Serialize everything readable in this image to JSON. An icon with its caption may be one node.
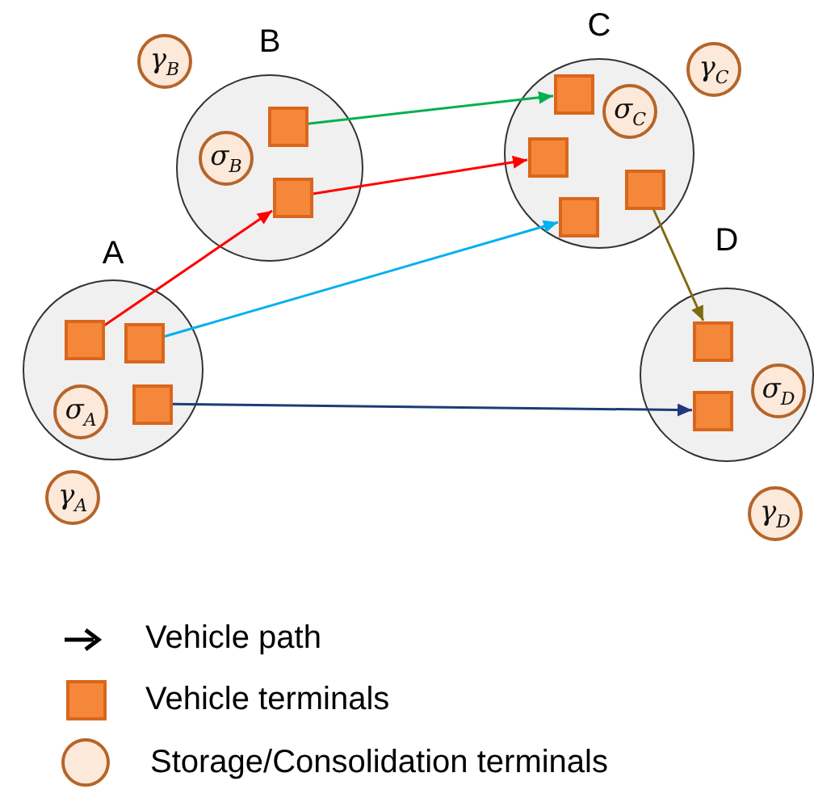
{
  "diagram": {
    "nodes": [
      {
        "text": [
          "A"
        ]
      },
      {
        "text": [],
        "shape": "box",
        "in": 0
      },
      {
        "text": [],
        "shape": "box",
        "in": 0
      },
      {
        "text": [
          "σ$_{A}$"
        ],
        "in": 0
      },
      {
        "text": [],
        "shape": "box",
        "in": 0
      },
      {
        "text": [
          "γ$_{A}$"
        ]
      },
      {
        "text": [
          "γ$_{B}$"
        ]
      },
      {
        "text": [
          "B"
        ]
      },
      {
        "text": [
          "σ$_{B}$"
        ],
        "in": 7
      },
      {
        "text": [],
        "shape": "box",
        "in": 7
      },
      {
        "text": [],
        "shape": "box",
        "in": 7
      },
      {
        "text": [
          "C"
        ]
      },
      {
        "text": [],
        "shape": "box",
        "in": 11
      },
      {
        "text": [
          "σ$_{C}$"
        ],
        "in": 11
      },
      {
        "text": [],
        "shape": "box",
        "in": 11
      },
      {
        "text": [],
        "shape": "box",
        "in": 11
      },
      {
        "text": [],
        "shape": "box",
        "in": 11
      },
      {
        "text": [
          "γ$_{C}$"
        ]
      },
      {
        "text": [
          "D"
        ]
      },
      {
        "text": [],
        "shape": "box",
        "in": 18
      },
      {
        "text": [],
        "shape": "box",
        "in": 18
      },
      {
        "text": [
          "σ$_{D}$"
        ],
        "in": 18
      },
      {
        "text": [
          "γ$_{D}$"
        ]
      }
    ],
    "edges": [
      {
        "from": 1,
        "to": 10,
        "arrow": "to",
        "color": "#ff0000"
      },
      {
        "from": 9,
        "to": 12,
        "arrow": "to",
        "color": "#00b050"
      },
      {
        "from": 10,
        "to": 14,
        "arrow": "to",
        "color": "#ff0000"
      },
      {
        "from": 2,
        "to": 15,
        "arrow": "to",
        "color": "#00b0f0"
      },
      {
        "from": 16,
        "to": 19,
        "arrow": "to",
        "color": "#7f6a10"
      },
      {
        "from": 4,
        "to": 20,
        "arrow": "to",
        "color": "#1f3a78"
      }
    ],
    "legend": [
      {
        "text": "Vehicle path"
      },
      {
        "text": "Vehicle terminals",
        "color": "#f5873a"
      },
      {
        "text": "Storage/Consolidation terminals"
      }
    ]
  }
}
